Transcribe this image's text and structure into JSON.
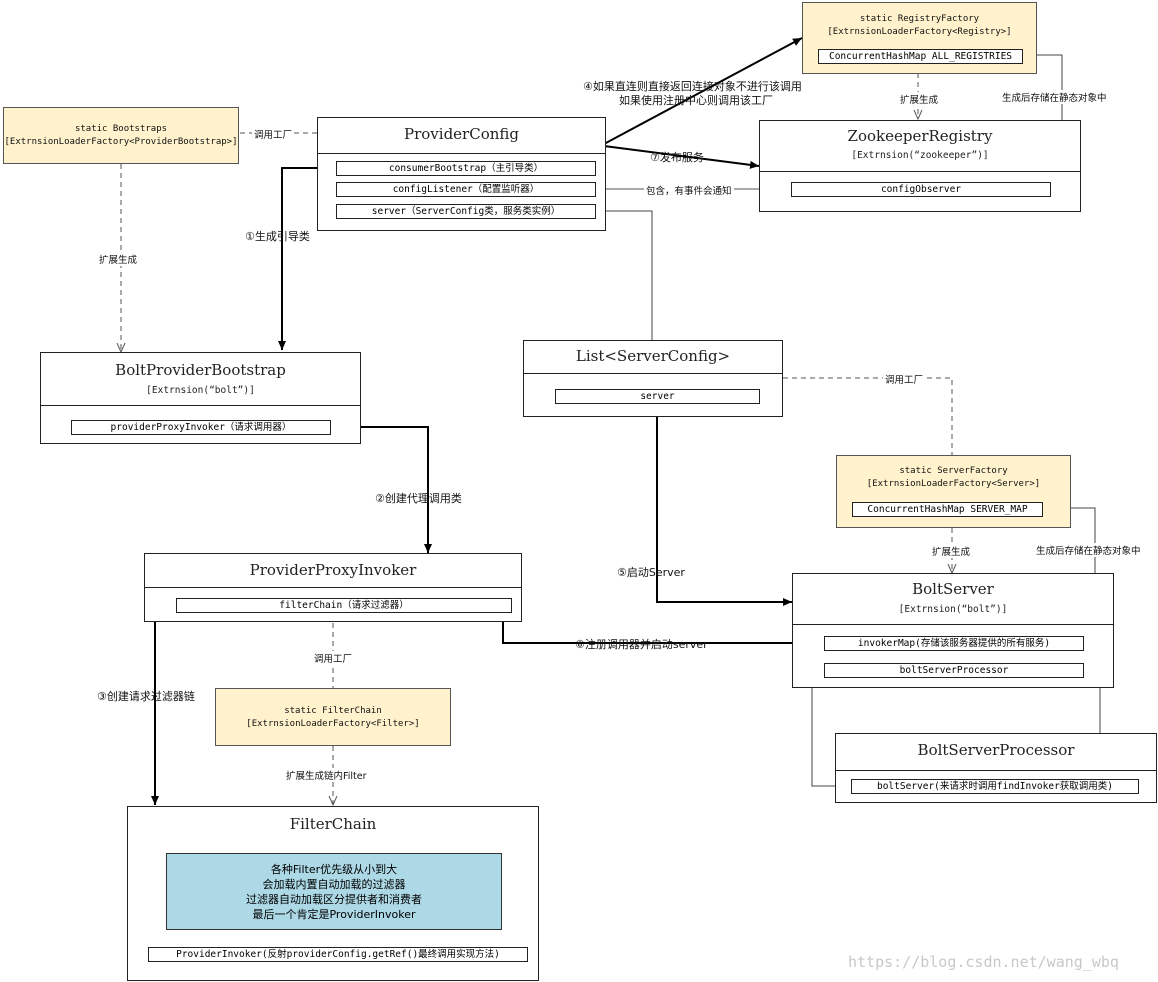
{
  "registry_factory": {
    "title": "static RegistryFactory",
    "generic": "[ExtrnsionLoaderFactory<Registry>]",
    "field": "ConcurrentHashMap ALL_REGISTRIES"
  },
  "bootstraps": {
    "title": "static Bootstraps",
    "generic": "[ExtrnsionLoaderFactory<ProviderBootstrap>]"
  },
  "provider_config": {
    "title": "ProviderConfig",
    "fields": [
      "consumerBootstrap（主引导类）",
      "configListener（配置监听器）",
      "server（ServerConfig类，服务类实例）"
    ]
  },
  "zookeeper_registry": {
    "title": "ZookeeperRegistry",
    "extension": "[Extrnsion(“zookeeper”)]",
    "field": "configObserver"
  },
  "bolt_provider_bootstrap": {
    "title": "BoltProviderBootstrap",
    "extension": "[Extrnsion(“bolt”)]",
    "field": "providerProxyInvoker（请求调用器）"
  },
  "server_config_list": {
    "title": "List<ServerConfig>",
    "field": "server"
  },
  "server_factory": {
    "title": "static ServerFactory",
    "generic": "[ExtrnsionLoaderFactory<Server>]",
    "field": "ConcurrentHashMap SERVER_MAP"
  },
  "provider_proxy_invoker": {
    "title": "ProviderProxyInvoker",
    "field": "filterChain（请求过滤器）"
  },
  "bolt_server": {
    "title": "BoltServer",
    "extension": "[Extrnsion(“bolt”)]",
    "fields": [
      "invokerMap(存储该服务器提供的所有服务)",
      "boltServerProcessor"
    ]
  },
  "filter_chain_factory": {
    "title": "static FilterChain",
    "generic": "[ExtrnsionLoaderFactory<Filter>]"
  },
  "bolt_server_processor": {
    "title": "BoltServerProcessor",
    "field": "boltServer(来请求时调用findInvoker获取调用类)"
  },
  "filter_chain": {
    "title": "FilterChain",
    "notes": [
      "各种Filter优先级从小到大",
      "会加载内置自动加载的过滤器",
      "过滤器自动加载区分提供者和消费者",
      "最后一个肯定是ProviderInvoker"
    ],
    "field": "ProviderInvoker(反射providerConfig.getRef()最终调用实现方法)"
  },
  "labels": {
    "call_factory_1": "调用工厂",
    "call_factory_2": "调用工厂",
    "call_factory_3": "调用工厂",
    "extend_1": "扩展生成",
    "extend_2": "扩展生成",
    "extend_3": "扩展生成",
    "extend_filter": "扩展生成链内Filter",
    "store_static_1": "生成后存储在静态对象中",
    "store_static_2": "生成后存储在静态对象中",
    "contains_notify": "包含，有事件会通知",
    "step1": "①生成引导类",
    "step2": "②创建代理调用类",
    "step3": "③创建请求过滤器链",
    "step4a": "④如果直连则直接返回连接对象不进行该调用",
    "step4b": "如果使用注册中心则调用该工厂",
    "step5": "⑤启动Server",
    "step6": "⑥注册调用器并启动server",
    "step7": "⑦发布服务"
  },
  "watermark": "https://blog.csdn.net/wang_wbq"
}
